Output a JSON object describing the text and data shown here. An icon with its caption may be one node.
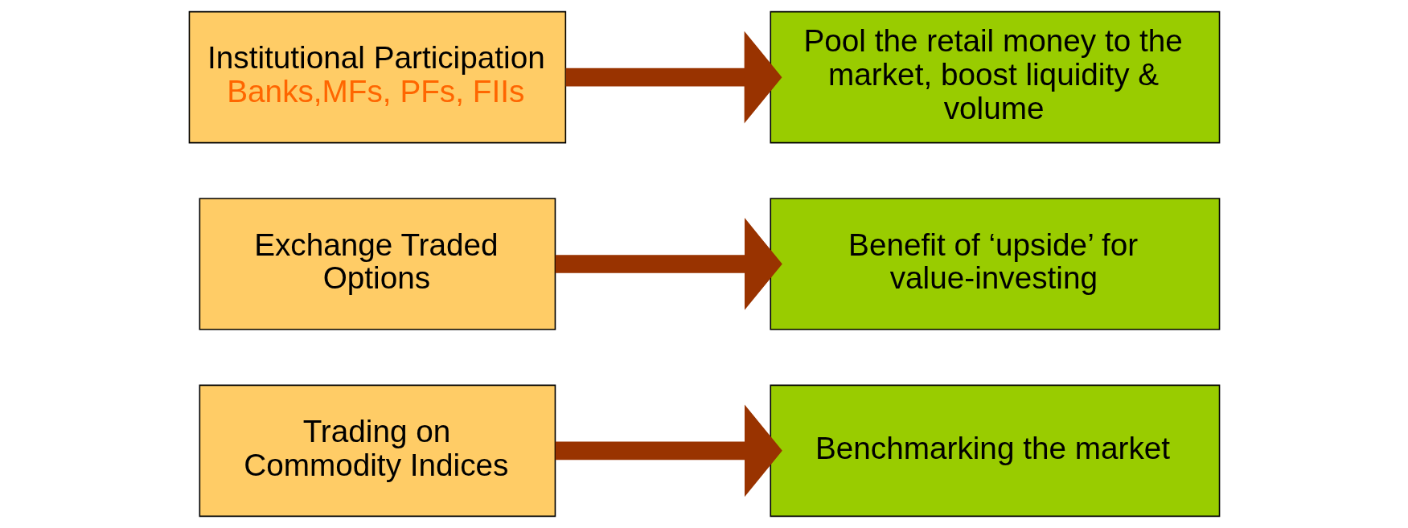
{
  "diagram": {
    "nodes": [
      {
        "text": [
          "Institutional Participation",
          "Banks,MFs, PFs, FIIs"
        ]
      },
      {
        "text": [
          "Pool the retail money to the market, boost liquidity & volume"
        ]
      },
      {
        "text": [
          "Exchange Traded Options"
        ]
      },
      {
        "text": [
          "Benefit of ‘upside’ for value-investing"
        ]
      },
      {
        "text": [
          "Trading on Commodity Indices"
        ]
      },
      {
        "text": [
          "Benchmarking the market"
        ]
      }
    ],
    "edges": [
      {
        "from": 0,
        "to": 1,
        "arrow": "to"
      },
      {
        "from": 2,
        "to": 3,
        "arrow": "to"
      },
      {
        "from": 4,
        "to": 5,
        "arrow": "to"
      }
    ]
  }
}
